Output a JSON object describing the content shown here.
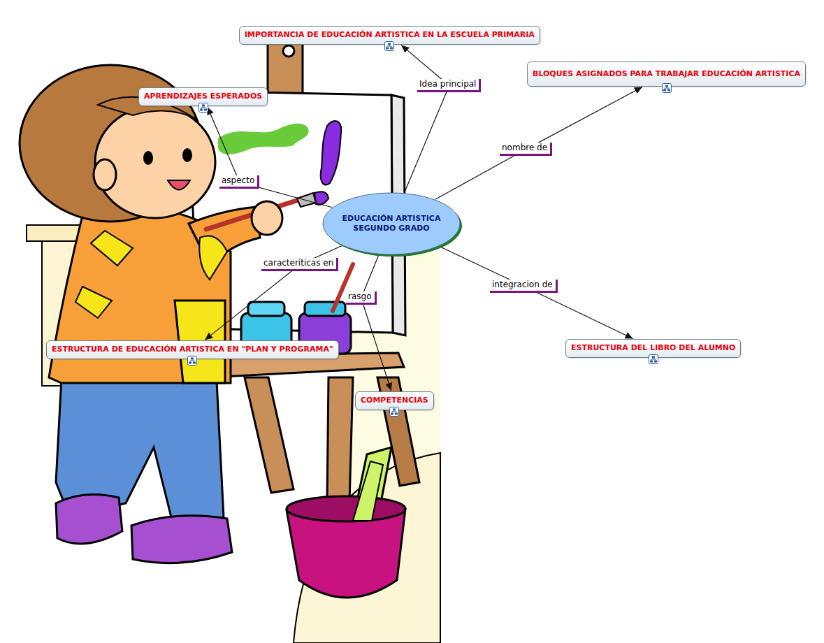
{
  "diagram": {
    "nodes": [
      {
        "text": [
          "IMPORTANCIA DE EDUCACIÓN ARTISTICA EN LA ESCUELA PRIMARIA"
        ]
      },
      {
        "text": [
          "BLOQUES ASIGNADOS PARA TRABAJAR EDUCACIÓN ARTISTICA"
        ]
      },
      {
        "text": [
          "APRENDIZAJES ESPERADOS"
        ]
      },
      {
        "text": [
          "EDUCACIÓN ARTISTICA SEGUNDO GRADO"
        ]
      },
      {
        "text": [
          "ESTRUCTURA DE EDUCACIÓN ARTISTICA EN \"PLAN Y PROGRAMA\""
        ]
      },
      {
        "text": [
          "ESTRUCTURA DEL LIBRO DEL ALUMNO"
        ]
      },
      {
        "text": [
          "COMPETENCIAS"
        ]
      }
    ],
    "edges": [
      {
        "from": 3,
        "to": 0,
        "label": "Idea principal",
        "arrow": "to"
      },
      {
        "from": 3,
        "to": 1,
        "label": "nombre de",
        "arrow": "to"
      },
      {
        "from": 3,
        "to": 2,
        "label": "aspecto",
        "arrow": "to"
      },
      {
        "from": 3,
        "to": 4,
        "label": "caracteriticas en",
        "arrow": "to"
      },
      {
        "from": 3,
        "to": 5,
        "label": "integracion de",
        "arrow": "to"
      },
      {
        "from": 3,
        "to": 6,
        "label": "rasgo",
        "arrow": "to"
      }
    ]
  }
}
